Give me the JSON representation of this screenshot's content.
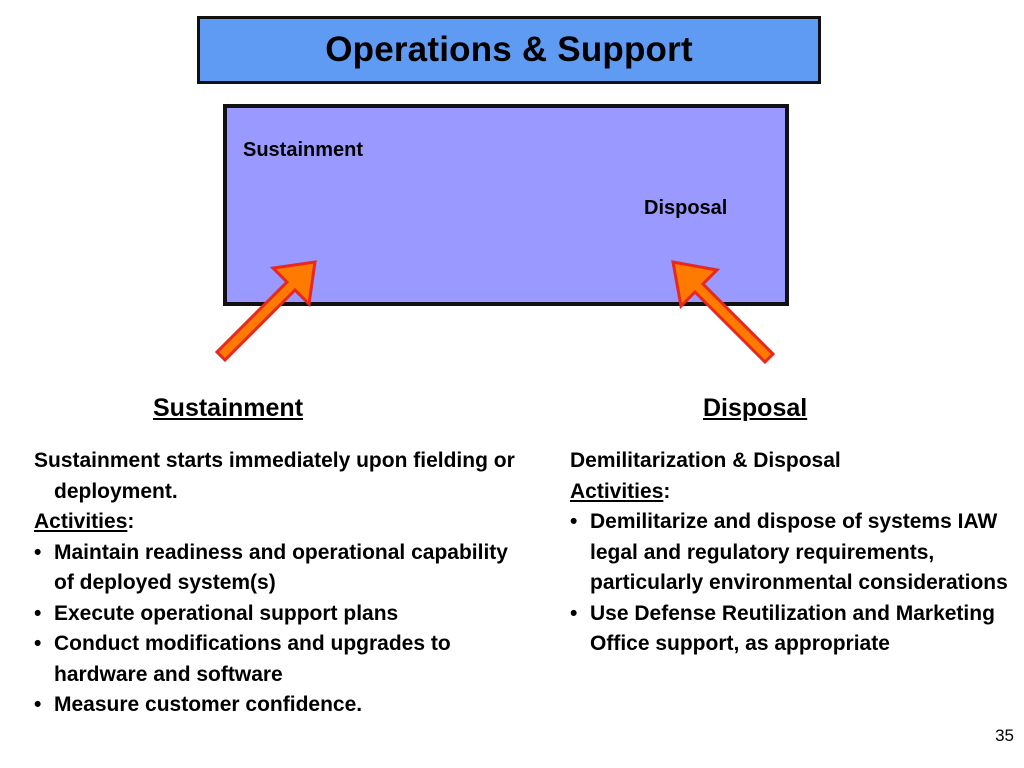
{
  "title": "Operations & Support",
  "phase_box": {
    "sustainment_label": "Sustainment",
    "disposal_label": "Disposal"
  },
  "sustainment": {
    "heading": "Sustainment",
    "intro": "Sustainment starts immediately upon fielding or deployment.",
    "activities_label": "Activities",
    "activities_colon": ":",
    "bullets": [
      "Maintain readiness and operational capability of deployed system(s)",
      "Execute operational support plans",
      "Conduct modifications and upgrades to hardware and software",
      "Measure customer confidence."
    ]
  },
  "disposal": {
    "heading": "Disposal",
    "intro": "Demilitarization & Disposal",
    "activities_label": "Activities",
    "activities_colon": ":",
    "bullets": [
      "Demilitarize and dispose of systems IAW legal and regulatory requirements, particularly environmental considerations",
      "Use Defense Reutilization and Marketing Office support, as appropriate"
    ]
  },
  "bullet_glyph": "•",
  "page_number": "35",
  "colors": {
    "title_fill": "#5f9bf2",
    "phase_fill": "#9999ff",
    "arrow_fill": "#ff7a00",
    "arrow_outline": "#e8281e"
  },
  "icons": [
    "arrow-up-right-icon",
    "arrow-up-left-icon"
  ]
}
